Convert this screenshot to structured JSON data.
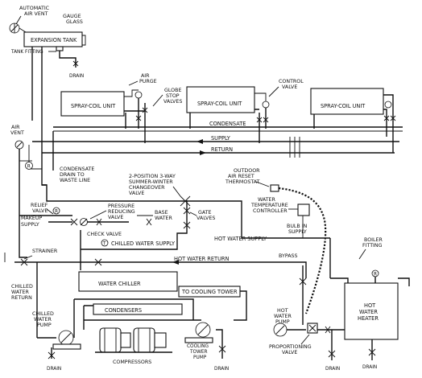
{
  "labels": {
    "automatic_air_vent": "AUTOMATIC",
    "automatic_air_vent_2": "AIR VENT",
    "gauge_glass": "GAUGE",
    "gauge_glass_2": "GLASS",
    "expansion_tank": "EXPANSION TANK",
    "tank_fitting": "TANK FITTING",
    "drain_top": "DRAIN",
    "spray_coil_1": "SPRAY-COIL UNIT",
    "spray_coil_2": "SPRAY-COIL UNIT",
    "spray_coil_3": "SPRAY-COIL UNIT",
    "air_purge": "AIR",
    "air_purge_2": "PURGE",
    "globe_stop": "GLOBE",
    "globe_stop_2": "STOP",
    "globe_stop_3": "VALVES",
    "control_valve": "CONTROL",
    "control_valve_2": "VALVE",
    "condensate": "CONDENSATE",
    "supply": "SUPPLY",
    "return": "RETURN",
    "air_vent_left": "AIR",
    "air_vent_left_2": "VENT",
    "condensate_drain": "CONDENSATE",
    "condensate_drain_2": "DRAIN TO",
    "condensate_drain_3": "WASTE LINE",
    "changeover_1": "2-POSITION 3-WAY",
    "changeover_2": "SUMMER-WINTER",
    "changeover_3": "CHANGEOVER",
    "changeover_4": "VALVE",
    "outdoor_1": "OUTDOOR",
    "outdoor_2": "AIR RESET",
    "outdoor_3": "THERMOSTAT",
    "wtc_1": "WATER",
    "wtc_2": "TEMPERATURE",
    "wtc_3": "CONTROLLER",
    "relief_1": "RELIEF",
    "relief_2": "VALVE",
    "makeup_1": "MAKEUP",
    "makeup_2": "SUPPLY",
    "prv_1": "PRESSURE",
    "prv_2": "REDUCING",
    "prv_3": "VALVE",
    "gate_1": "GATE",
    "gate_2": "VALVES",
    "base_1": "BASE",
    "base_2": "WATER",
    "check_valve": "CHECK VALVE",
    "chilled_supply": "CHILLED WATER SUPPLY",
    "hot_supply": "HOT WATER SUPPLY",
    "bulb_1": "BULB IN",
    "bulb_2": "SUPPLY",
    "strainer": "STRAINER",
    "hot_return": "HOT WATER RETURN",
    "bypass": "BYPASS",
    "boiler_1": "BOILER",
    "boiler_2": "FITTING",
    "water_chiller": "WATER CHILLER",
    "to_cooling_tower": "TO COOLING TOWER",
    "condensers": "CONDENSERS",
    "cwr_1": "CHILLED",
    "cwr_2": "WATER",
    "cwr_3": "RETURN",
    "cwp_1": "CHILLED",
    "cwp_2": "WATER",
    "cwp_3": "PUMP",
    "hwp_1": "HOT",
    "hwp_2": "WATER",
    "hwp_3": "PUMP",
    "heater_1": "HOT",
    "heater_2": "WATER",
    "heater_3": "HEATER",
    "ctp_1": "COOLING",
    "ctp_2": "TOWER",
    "ctp_3": "PUMP",
    "proportioning_1": "PROPORTIONING",
    "proportioning_2": "VALVE",
    "compressors": "COMPRESSORS",
    "drain_b1": "DRAIN",
    "drain_b2": "DRAIN",
    "drain_b3": "DRAIN",
    "drain_b4": "DRAIN",
    "gauge_mark": "R",
    "thermo_mark": "T"
  }
}
